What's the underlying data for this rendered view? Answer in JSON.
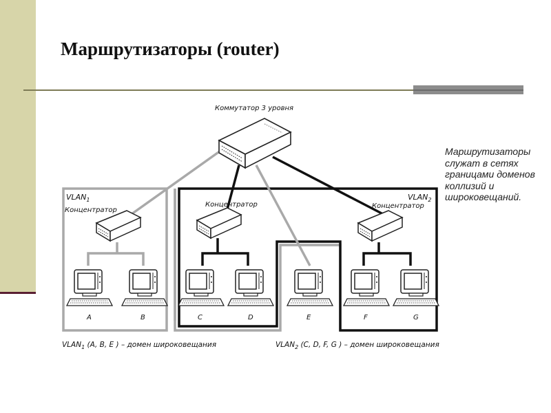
{
  "slide": {
    "title": "Маршрутизаторы (router)",
    "caption": "Маршрутизаторы служат в сетях границами доменов коллизий и широковещаний."
  },
  "diagram": {
    "switch_label": "Коммутатор 3 уровня",
    "hub_left_label": "Концентратор",
    "hub_mid_label": "Концентратор",
    "hub_right_label": "Концентратор",
    "vlan1_label": "VLAN",
    "vlan1_sub": "1",
    "vlan2_label": "VLAN",
    "vlan2_sub": "2",
    "computers": [
      "A",
      "B",
      "C",
      "D",
      "E",
      "F",
      "G"
    ],
    "legend_vlan1_pre": "VLAN",
    "legend_vlan1_sub": "1",
    "legend_vlan1_post": " (A, B, E ) – домен широковещания",
    "legend_vlan2_pre": "VLAN",
    "legend_vlan2_sub": "2",
    "legend_vlan2_post": " (C, D, F, G ) – домен широковещания",
    "colors": {
      "vlan1_line": "#a9a9a9",
      "vlan2_line": "#111111"
    }
  }
}
